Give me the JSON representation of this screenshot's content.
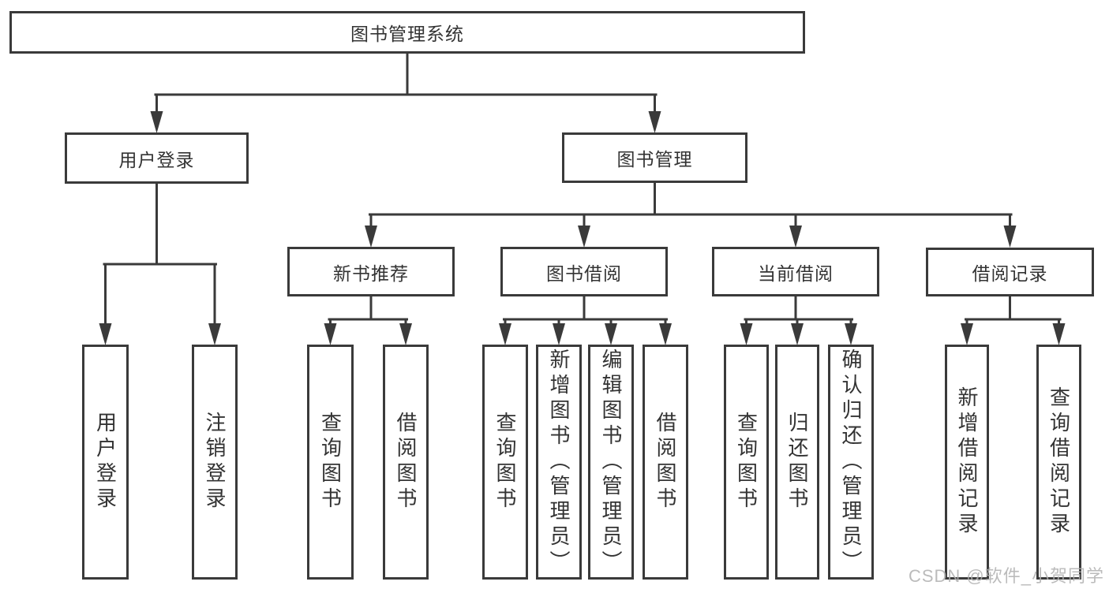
{
  "colors": {
    "line": "#3a3a3a",
    "text": "#333333",
    "background": "#ffffff",
    "watermark": "#b0b0b0"
  },
  "watermark": {
    "text": "CSDN @软件_小贺同学"
  },
  "diagram": {
    "type": "hierarchy-tree",
    "root": {
      "label": "图书管理系统",
      "children": [
        {
          "label": "用户登录",
          "children": [
            {
              "label": "用户登录"
            },
            {
              "label": "注销登录"
            }
          ]
        },
        {
          "label": "图书管理",
          "children": [
            {
              "label": "新书推荐",
              "children": [
                {
                  "label": "查询图书"
                },
                {
                  "label": "借阅图书"
                }
              ]
            },
            {
              "label": "图书借阅",
              "children": [
                {
                  "label": "查询图书"
                },
                {
                  "label": "新增图书（管理员）"
                },
                {
                  "label": "编辑图书（管理员）"
                },
                {
                  "label": "借阅图书"
                }
              ]
            },
            {
              "label": "当前借阅",
              "children": [
                {
                  "label": "查询图书"
                },
                {
                  "label": "归还图书"
                },
                {
                  "label": "确认归还（管理员）"
                }
              ]
            },
            {
              "label": "借阅记录",
              "children": [
                {
                  "label": "新增借阅记录"
                },
                {
                  "label": "查询借阅记录"
                }
              ]
            }
          ]
        }
      ]
    }
  }
}
